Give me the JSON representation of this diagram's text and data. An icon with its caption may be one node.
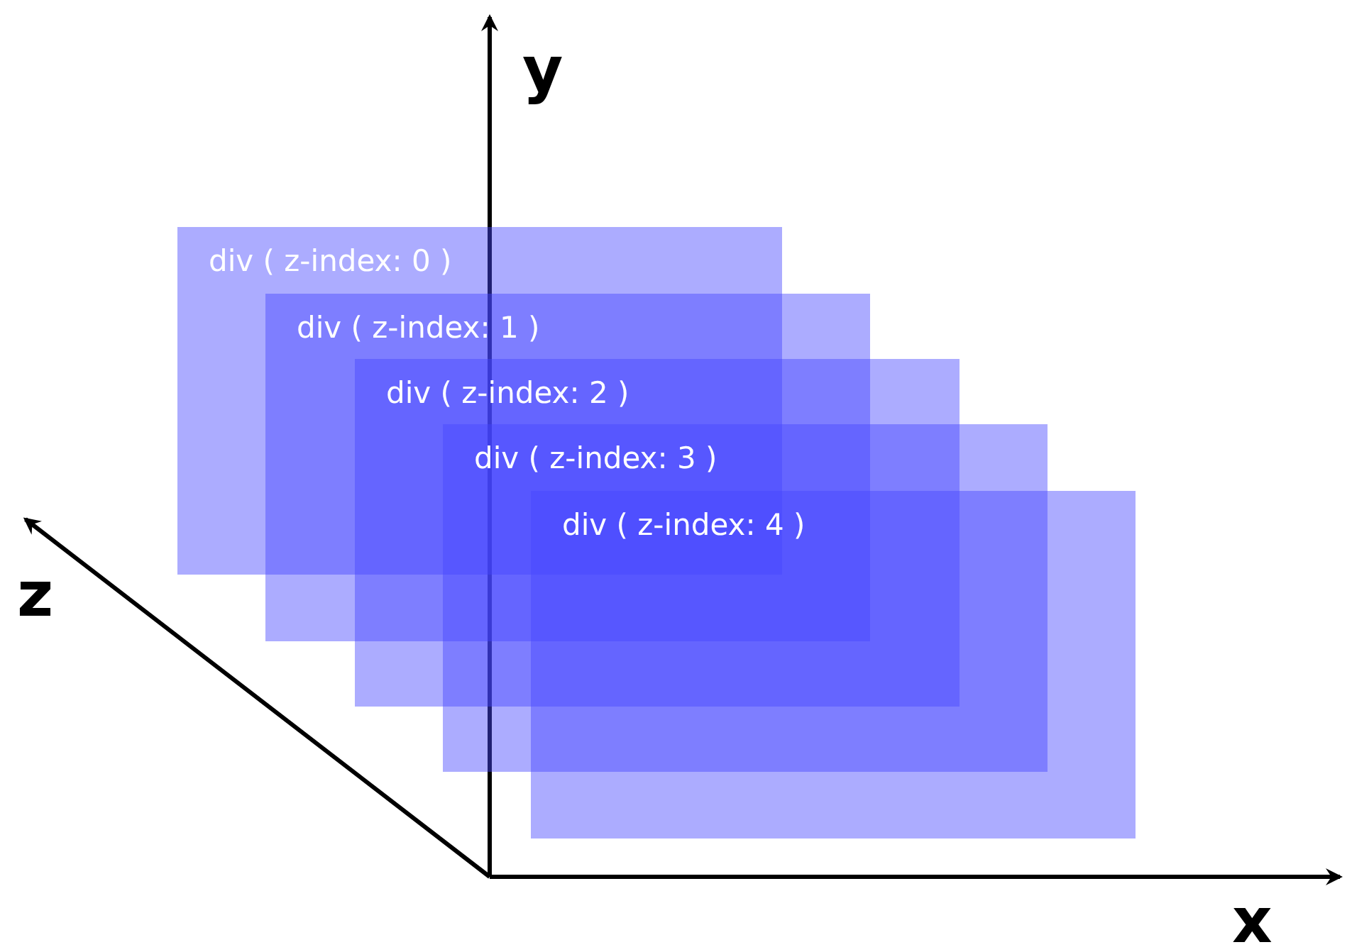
{
  "diagram": {
    "nodes": [
      {
        "text": [
          "div ( z-index: 0 )"
        ]
      },
      {
        "text": [
          "div ( z-index: 1 )"
        ]
      },
      {
        "text": [
          "div ( z-index: 2 )"
        ]
      },
      {
        "text": [
          "div ( z-index: 3 )"
        ]
      },
      {
        "text": [
          "div ( z-index: 4 )"
        ]
      }
    ],
    "labels": [
      "y",
      "z",
      "x"
    ]
  }
}
